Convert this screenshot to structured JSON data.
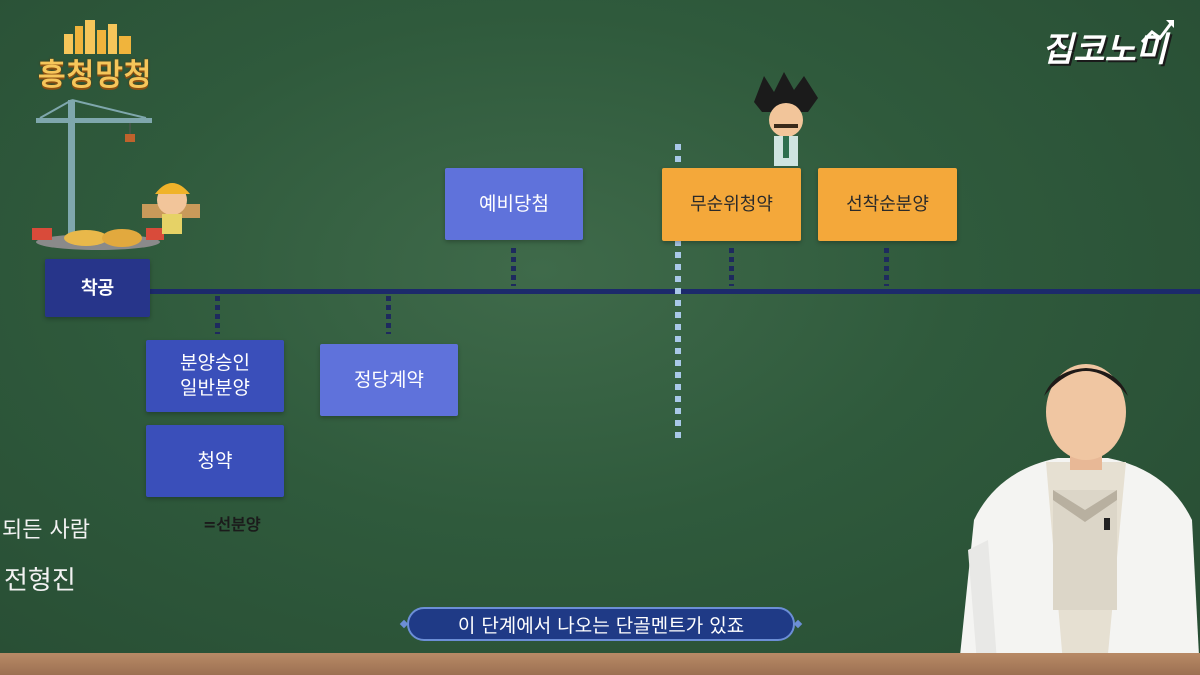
{
  "logo_left": "흥청망청",
  "logo_right": "집코노미",
  "start_label": "착공",
  "events_above": {
    "prelim": "예비당첨",
    "unranked": "무순위청약",
    "first_come": "선착순분양"
  },
  "events_below": {
    "approval_line1": "분양승인",
    "approval_line2": "일반분양",
    "subscription": "청약",
    "contract": "정당계약"
  },
  "note": "=선분양",
  "chalk_line1": "되든 사람",
  "chalk_line2": "전형진",
  "caption": "이 단계에서 나오는 단골멘트가 있죠",
  "colors": {
    "board": "#2f5a3c",
    "timeline": "#1c2a6b",
    "orange": "#f4a83a",
    "blue": "#3a4fba"
  }
}
